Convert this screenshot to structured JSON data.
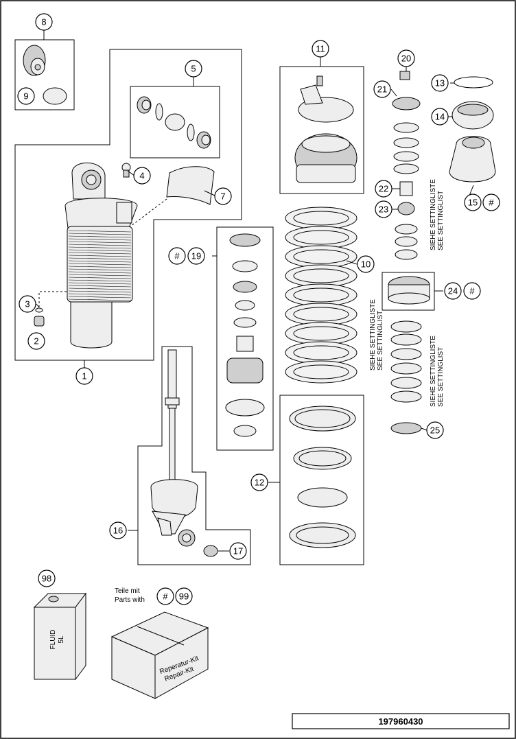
{
  "callouts": {
    "c1": "1",
    "c2": "2",
    "c3": "3",
    "c4": "4",
    "c5": "5",
    "c7": "7",
    "c8": "8",
    "c9": "9",
    "c10": "10",
    "c11": "11",
    "c12": "12",
    "c13": "13",
    "c14": "14",
    "c15": "15",
    "c16": "16",
    "c17": "17",
    "c19": "19",
    "c20": "20",
    "c21": "21",
    "c22": "22",
    "c23": "23",
    "c24": "24",
    "c25": "25",
    "c98": "98",
    "c99": "99",
    "hash": "#"
  },
  "setting_note": {
    "de": "SIEHE SETTINGLISTE",
    "en": "SEE SETTINGLIST"
  },
  "parts_note": {
    "de": "Teile mit",
    "en": "Parts with"
  },
  "fluid_can": {
    "line1": "FLUID",
    "line2": "5L"
  },
  "repair_kit": {
    "line1": "Reperatur-Kit",
    "line2": "Repair-Kit"
  },
  "document_id": "197960430"
}
